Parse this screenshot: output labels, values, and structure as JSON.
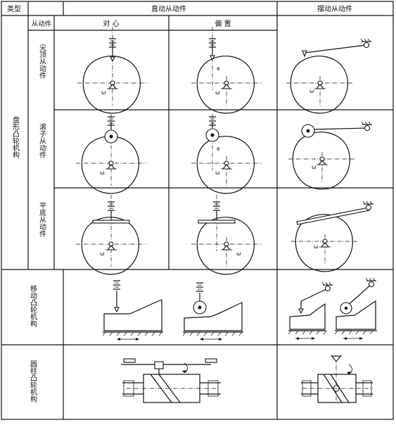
{
  "table": {
    "col_headers": {
      "type": "类型",
      "translating": "直动从动件",
      "oscillating": "摆动从动件",
      "follower": "从动件",
      "centric": "对 心",
      "offset": "偏 置"
    },
    "row_groups": {
      "disc_cam": "盘形凸轮机构",
      "translating_cam": "移动凸轮机构",
      "cylindrical_cam": "圆柱凸轮机构"
    },
    "follower_types": {
      "knife_edge": "尖顶从动件",
      "roller": "滚子从动件",
      "flat_face": "平底从动件"
    },
    "labels": {
      "omega": "ω",
      "offset_e": "e"
    }
  }
}
